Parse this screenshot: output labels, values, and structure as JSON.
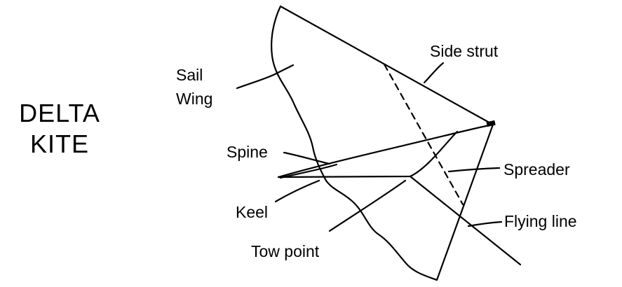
{
  "title": {
    "line1": "DELTA",
    "line2": "KITE"
  },
  "labels": {
    "sail": "Sail",
    "wing": "Wing",
    "side_strut": "Side strut",
    "spine": "Spine",
    "spreader": "Spreader",
    "keel": "Keel",
    "flying_line": "Flying line",
    "tow_point": "Tow point"
  }
}
